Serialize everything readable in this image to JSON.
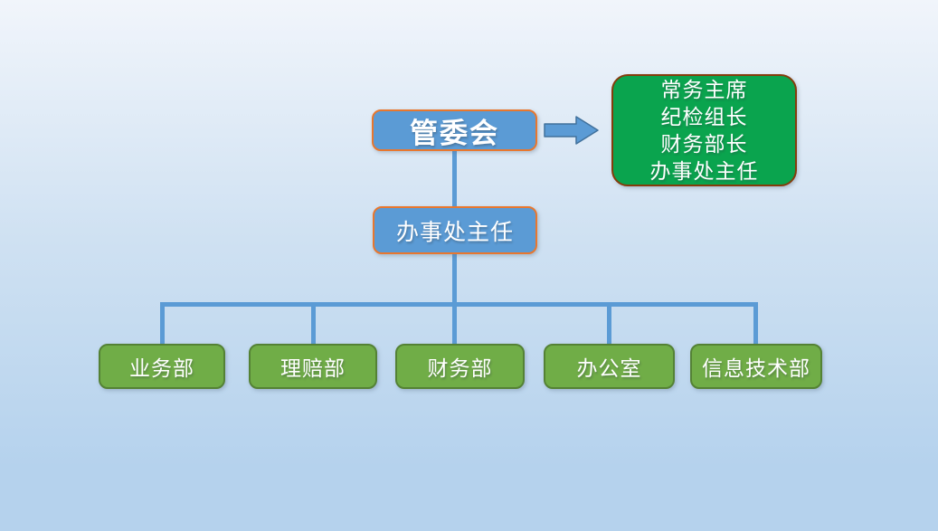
{
  "palette": {
    "bg_top": "#F1F5FB",
    "bg_mid": "#CFE1F2",
    "bg_bottom": "#B5D2ED",
    "blue_fill": "#5B9BD5",
    "orange_border": "#E8772E",
    "green_bright_fill": "#0AA44E",
    "green_bright_border": "#843C0C",
    "green_fill": "#70AD47",
    "green_border": "#548235",
    "connector": "#5B9BD5",
    "arrow_fill": "#5B9BD5",
    "arrow_border": "#41719C",
    "text_color": "#FFFFFF"
  },
  "org_chart": {
    "root": {
      "label": "管委会"
    },
    "leadership_panel": {
      "lines": [
        "常务主席",
        "纪检组长",
        "财务部长",
        "办事处主任"
      ]
    },
    "manager": {
      "label": "办事处主任"
    },
    "departments": [
      {
        "label": "业务部"
      },
      {
        "label": "理赔部"
      },
      {
        "label": "财务部"
      },
      {
        "label": "办公室"
      },
      {
        "label": "信息技术部"
      }
    ]
  }
}
